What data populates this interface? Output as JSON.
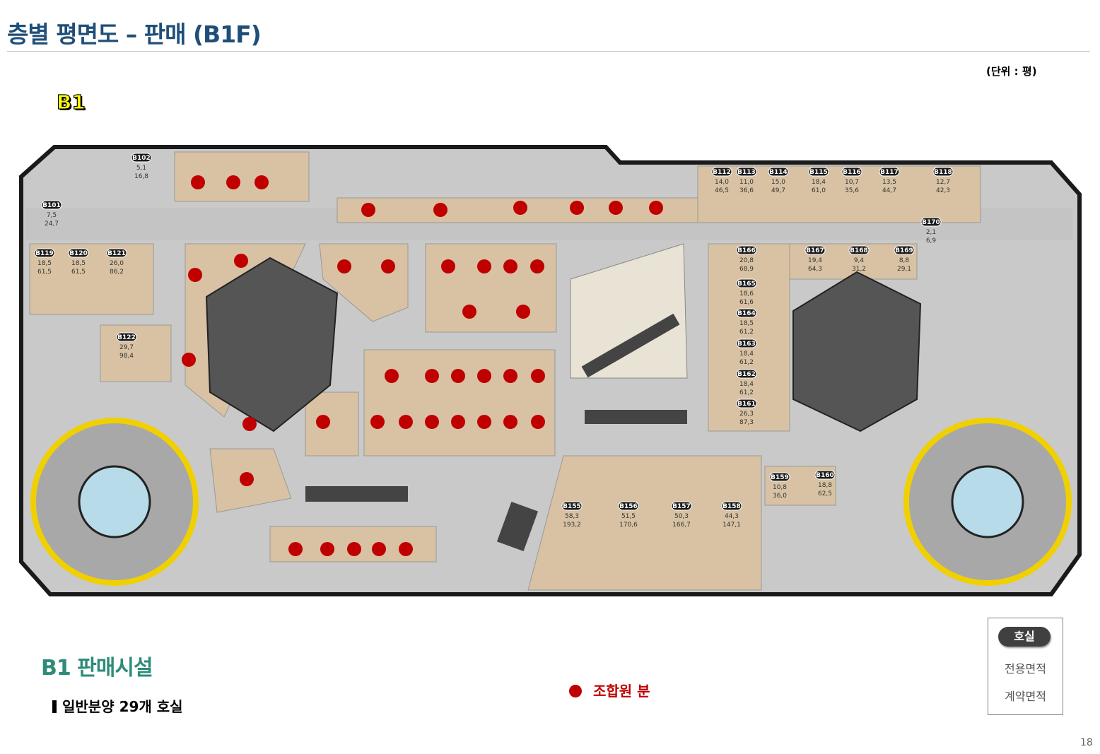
{
  "header": {
    "title": "층별 평면도 – 판매 (B1F)",
    "unit_note": "(단위 : 평)"
  },
  "floor_label": "B1",
  "units": [
    {
      "id": "B101",
      "exclusive": "7,5",
      "contract": "24,7"
    },
    {
      "id": "B102",
      "exclusive": "5,1",
      "contract": "16,8"
    },
    {
      "id": "B112",
      "exclusive": "14,0",
      "contract": "46,5"
    },
    {
      "id": "B113",
      "exclusive": "11,0",
      "contract": "36,6"
    },
    {
      "id": "B114",
      "exclusive": "15,0",
      "contract": "49,7"
    },
    {
      "id": "B115",
      "exclusive": "18,4",
      "contract": "61,0"
    },
    {
      "id": "B116",
      "exclusive": "10,7",
      "contract": "35,6"
    },
    {
      "id": "B117",
      "exclusive": "13,5",
      "contract": "44,7"
    },
    {
      "id": "B118",
      "exclusive": "12,7",
      "contract": "42,3"
    },
    {
      "id": "B119",
      "exclusive": "18,5",
      "contract": "61,5"
    },
    {
      "id": "B120",
      "exclusive": "18,5",
      "contract": "61,5"
    },
    {
      "id": "B121",
      "exclusive": "26,0",
      "contract": "86,2"
    },
    {
      "id": "B122",
      "exclusive": "29,7",
      "contract": "98,4"
    },
    {
      "id": "B155",
      "exclusive": "58,3",
      "contract": "193,2"
    },
    {
      "id": "B156",
      "exclusive": "51,5",
      "contract": "170,6"
    },
    {
      "id": "B157",
      "exclusive": "50,3",
      "contract": "166,7"
    },
    {
      "id": "B158",
      "exclusive": "44,3",
      "contract": "147,1"
    },
    {
      "id": "B159",
      "exclusive": "10,8",
      "contract": "36,0"
    },
    {
      "id": "B160",
      "exclusive": "18,8",
      "contract": "62,5"
    },
    {
      "id": "B161",
      "exclusive": "26,3",
      "contract": "87,3"
    },
    {
      "id": "B162",
      "exclusive": "18,4",
      "contract": "61,2"
    },
    {
      "id": "B163",
      "exclusive": "18,4",
      "contract": "61,2"
    },
    {
      "id": "B164",
      "exclusive": "18,5",
      "contract": "61,2"
    },
    {
      "id": "B165",
      "exclusive": "18,6",
      "contract": "61,6"
    },
    {
      "id": "B166",
      "exclusive": "20,8",
      "contract": "68,9"
    },
    {
      "id": "B167",
      "exclusive": "19,4",
      "contract": "64,3"
    },
    {
      "id": "B168",
      "exclusive": "9,4",
      "contract": "31,2"
    },
    {
      "id": "B169",
      "exclusive": "8,8",
      "contract": "29,1"
    },
    {
      "id": "B170",
      "exclusive": "2,1",
      "contract": "6,9"
    }
  ],
  "section": {
    "title": "B1 판매시설",
    "subtitle": "일반분양 29개 호실"
  },
  "legend": {
    "member_label": "조합원 분",
    "member_color": "#c00000"
  },
  "key": {
    "badge": "호실",
    "exclusive": "전용면적",
    "contract": "계약면적"
  },
  "page_number": "18"
}
